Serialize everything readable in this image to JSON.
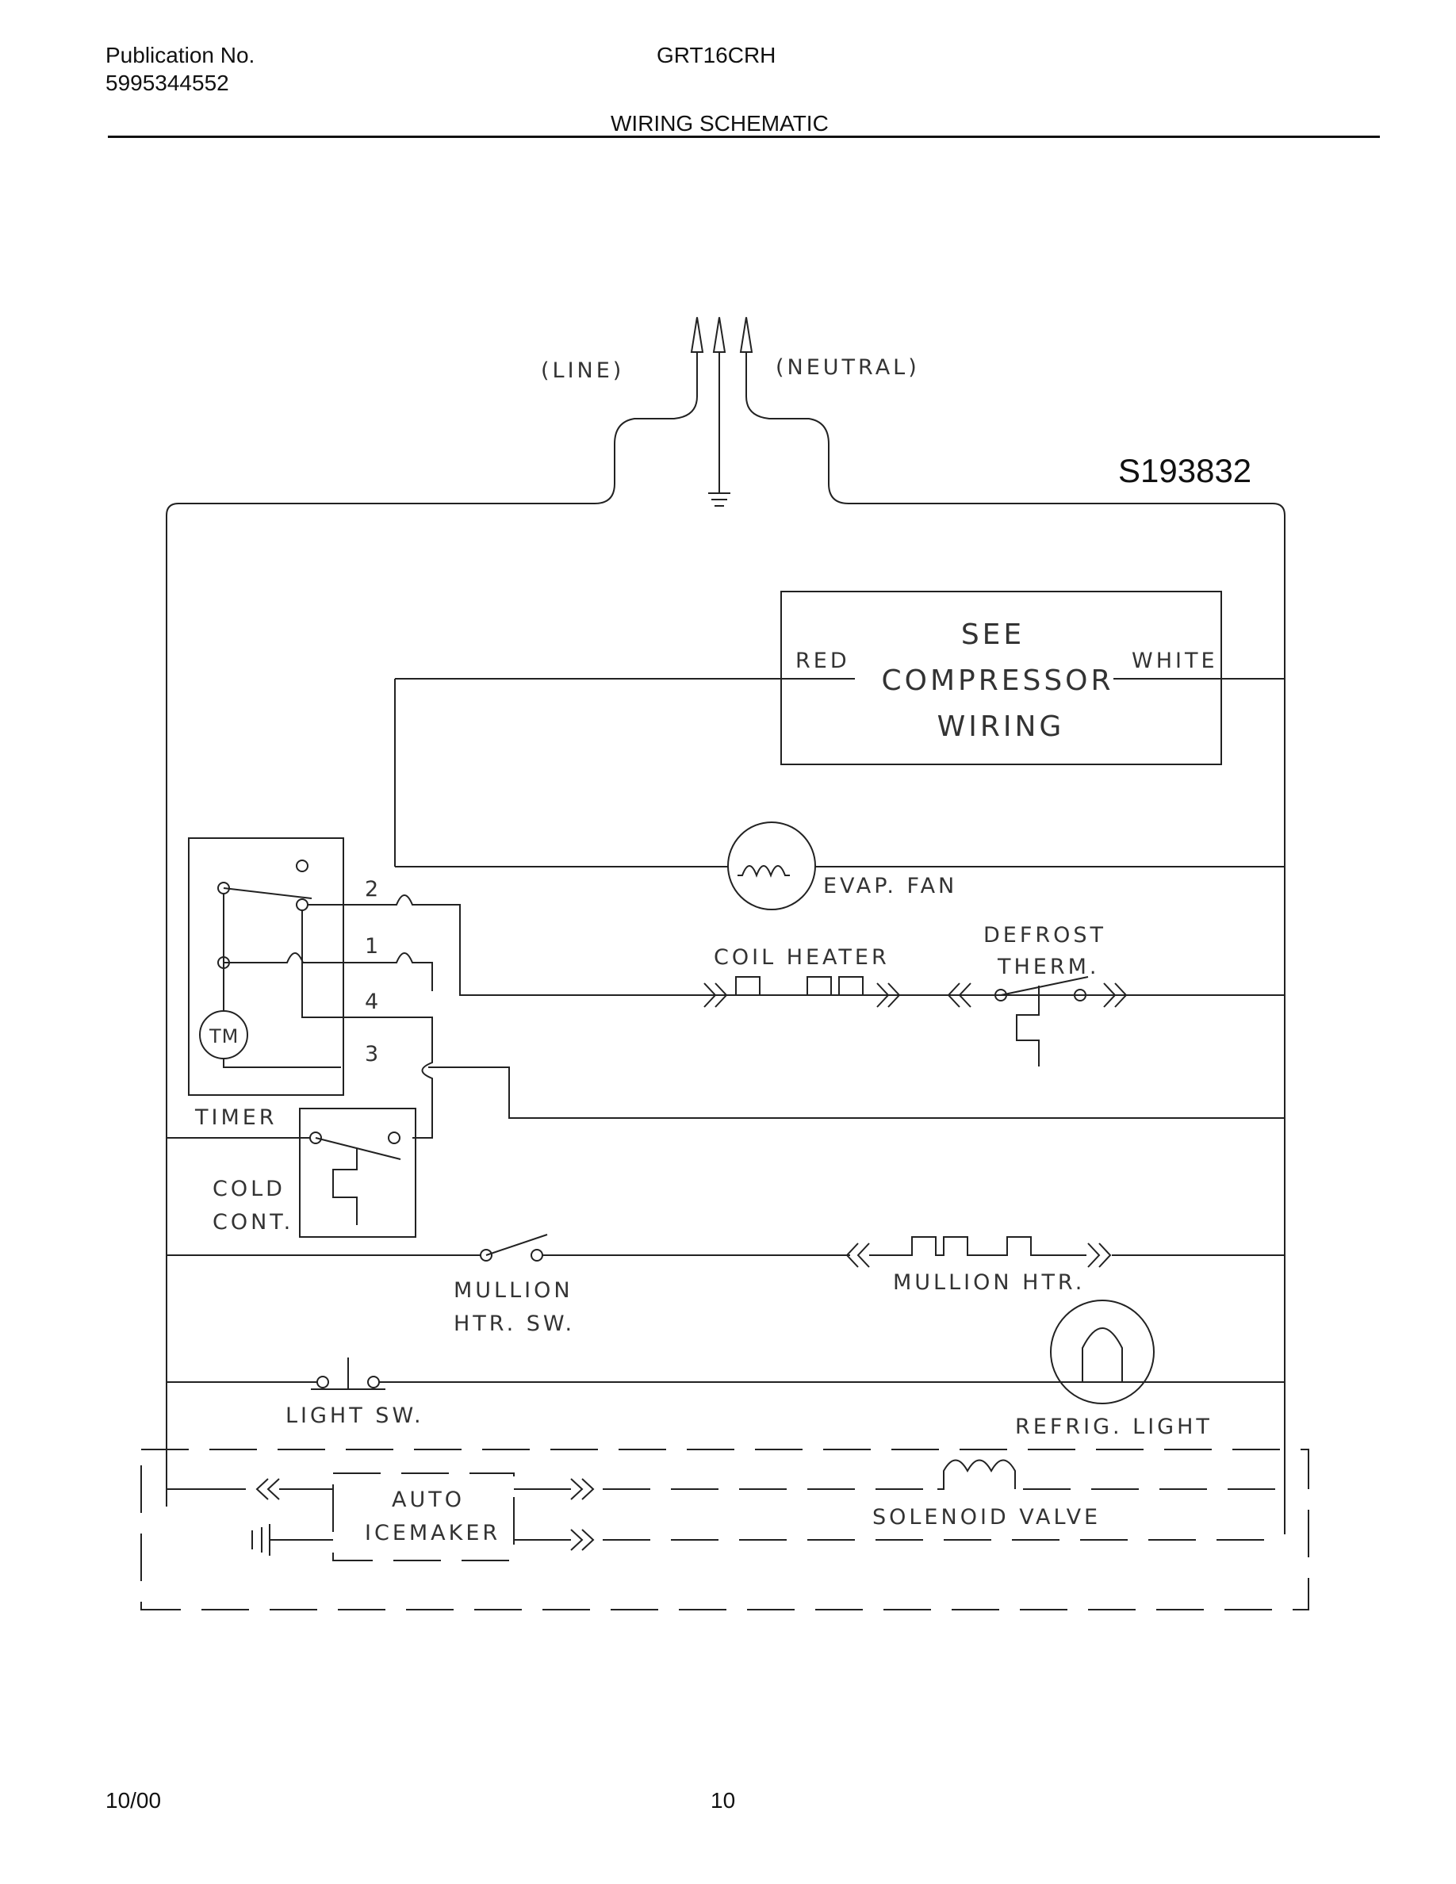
{
  "header": {
    "publication_label": "Publication No.",
    "publication_number": "5995344552",
    "model": "GRT16CRH",
    "section_title": "WIRING SCHEMATIC"
  },
  "footer": {
    "date": "10/00",
    "page_number": "10"
  },
  "diagram": {
    "reference": "S193832",
    "supply": {
      "line": "(LINE)",
      "neutral": "(NEUTRAL)"
    },
    "compressor": {
      "line1": "SEE",
      "line2": "COMPRESSOR",
      "line3": "WIRING",
      "left_wire": "RED",
      "right_wire": "WHITE"
    },
    "evap_fan": "EVAP. FAN",
    "coil_heater": "COIL HEATER",
    "defrost_therm": {
      "line1": "DEFROST",
      "line2": "THERM."
    },
    "timer": {
      "label": "TIMER",
      "motor": "TM",
      "terminals": [
        "2",
        "1",
        "4",
        "3"
      ]
    },
    "cold_control": {
      "line1": "COLD",
      "line2": "CONT."
    },
    "mullion_switch": {
      "line1": "MULLION",
      "line2": "HTR. SW."
    },
    "mullion_heater": "MULLION HTR.",
    "light_switch": "LIGHT SW.",
    "refrig_light": "REFRIG. LIGHT",
    "icemaker": {
      "line1": "AUTO",
      "line2": "ICEMAKER"
    },
    "solenoid_valve": "SOLENOID VALVE"
  }
}
